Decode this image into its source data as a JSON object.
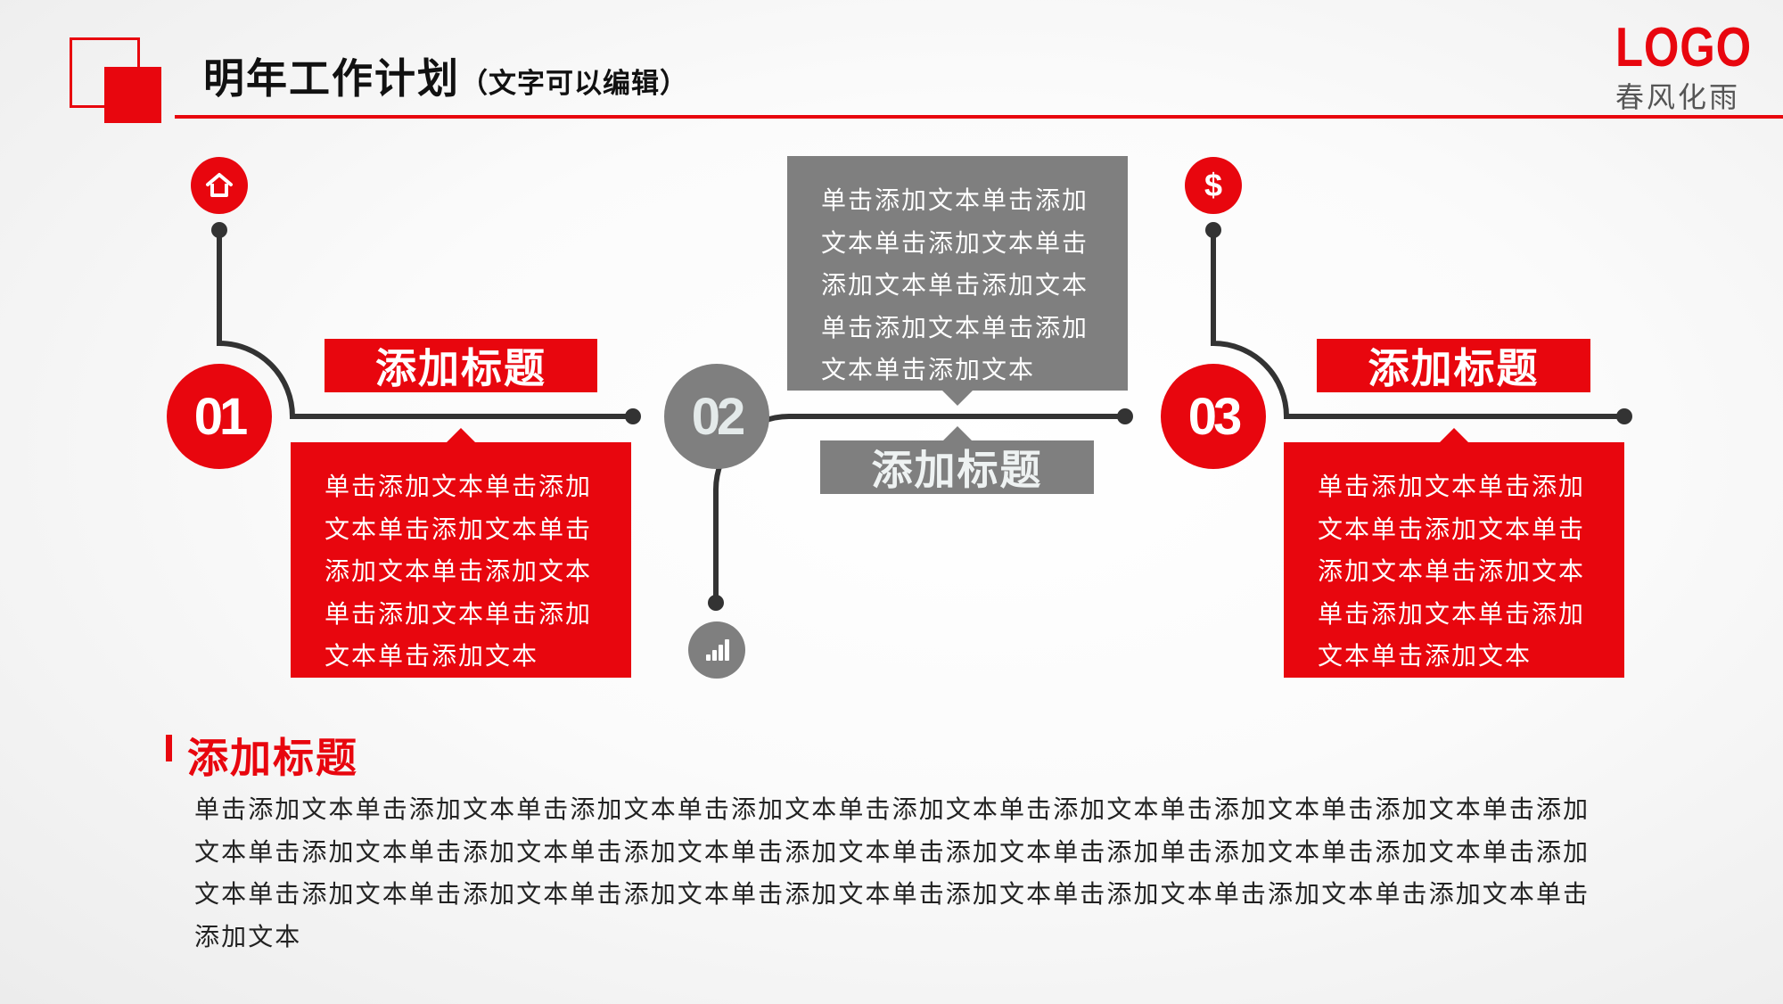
{
  "header": {
    "title": "明年工作计划",
    "subtitle": "（文字可以编辑）",
    "logo": "LOGO",
    "logo_sub": "春风化雨"
  },
  "steps": [
    {
      "number": "01",
      "icon": "home-icon",
      "title": "添加标题",
      "text_lines": [
        "单击添加文本单击添加",
        "文本单击添加文本单击",
        "添加文本单击添加文本",
        "单击添加文本单击添加",
        "文本单击添加文本"
      ]
    },
    {
      "number": "02",
      "icon": "bar-chart-icon",
      "title": "添加标题",
      "text_lines": [
        "单击添加文本单击添加",
        "文本单击添加文本单击",
        "添加文本单击添加文本",
        "单击添加文本单击添加",
        "文本单击添加文本"
      ]
    },
    {
      "number": "03",
      "icon": "dollar-icon",
      "title": "添加标题",
      "text_lines": [
        "单击添加文本单击添加",
        "文本单击添加文本单击",
        "添加文本单击添加文本",
        "单击添加文本单击添加",
        "文本单击添加文本"
      ]
    }
  ],
  "bottom": {
    "title": "添加标题",
    "text_lines": [
      "单击添加文本单击添加文本单击添加文本单击添加文本单击添加文本单击添加文本单击添加文本单击添加文本单击添加",
      "文本单击添加文本单击添加文本单击添加文本单击添加文本单击添加文本单击添加单击添加文本单击添加文本单击添加",
      "文本单击添加文本单击添加文本单击添加文本单击添加文本单击添加文本单击添加文本单击添加文本单击添加文本单击",
      "添加文本"
    ]
  },
  "colors": {
    "accent": "#e8060e",
    "gray": "#7f7f7f",
    "line": "#333333"
  }
}
